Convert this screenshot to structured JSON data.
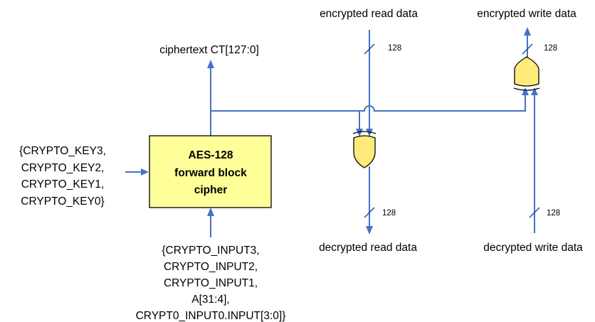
{
  "block": {
    "line1": "AES-128",
    "line2": "forward block",
    "line3": "cipher"
  },
  "key_input": {
    "lines": [
      "{CRYPTO_KEY3,",
      "CRYPTO_KEY2,",
      "CRYPTO_KEY1,",
      "CRYPTO_KEY0}"
    ]
  },
  "data_input": {
    "lines": [
      "{CRYPTO_INPUT3,",
      "CRYPTO_INPUT2,",
      "CRYPTO_INPUT1,",
      "A[31:4],",
      "CRYPT0_INPUT0.INPUT[3:0]}"
    ]
  },
  "ciphertext_label": "ciphertext CT[127:0]",
  "encrypted_read_label": "encrypted read data",
  "encrypted_write_label": "encrypted write data",
  "decrypted_read_label": "decrypted read data",
  "decrypted_write_label": "decrypted write data",
  "bus_widths": {
    "encrypted_read": "128",
    "encrypted_write": "128",
    "decrypted_read": "128",
    "decrypted_write": "128"
  },
  "colors": {
    "wire": "#4472c4",
    "block_fill": "#ffff99",
    "gate_fill": "#ffeb7a"
  }
}
